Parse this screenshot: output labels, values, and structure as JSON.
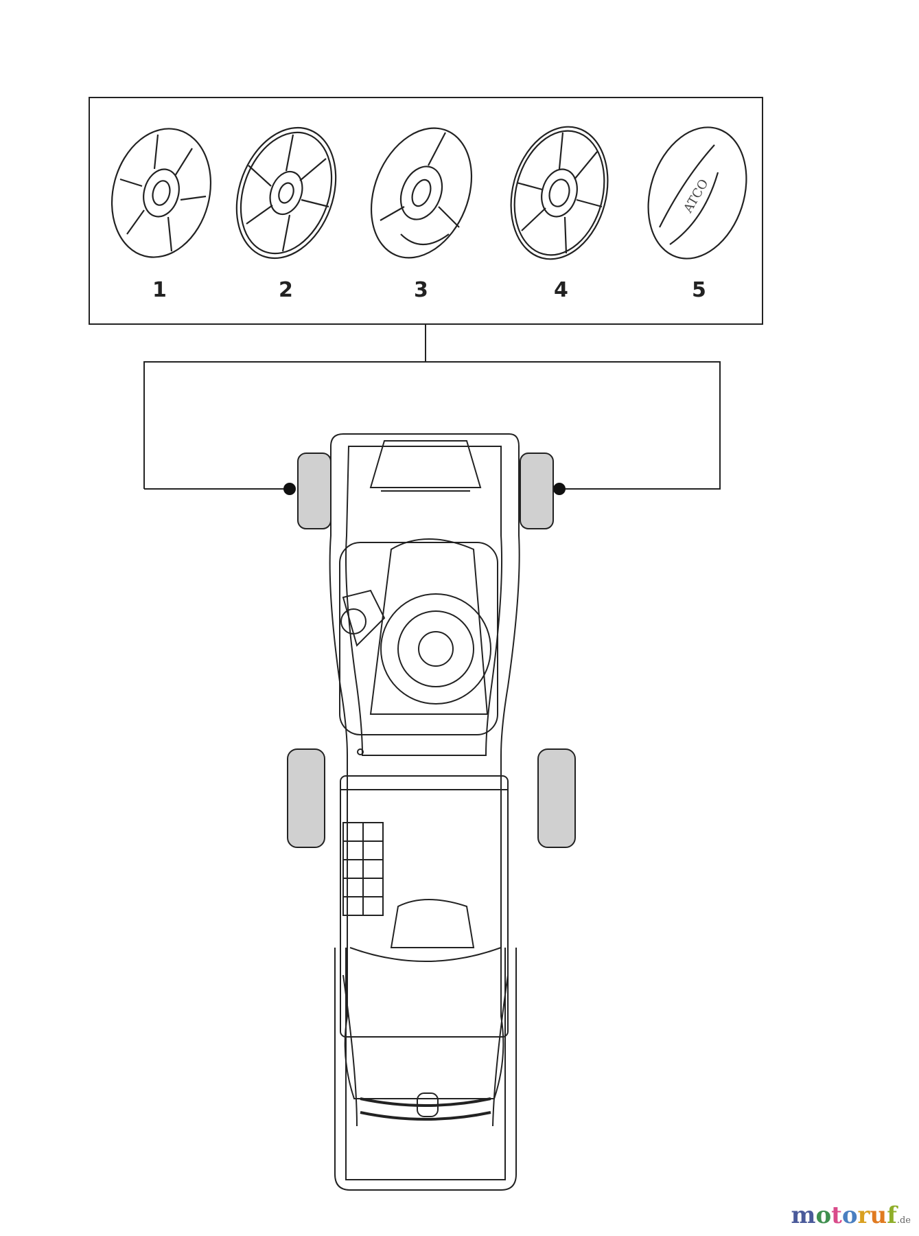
{
  "diagram": {
    "parts": [
      {
        "number": "1"
      },
      {
        "number": "2"
      },
      {
        "number": "3"
      },
      {
        "number": "4"
      },
      {
        "number": "5",
        "logo_text": "ATCO"
      }
    ]
  },
  "watermark": {
    "text": "motoruf",
    "suffix": ".de",
    "letter_colors": [
      "#4a5a9a",
      "#3f8f4f",
      "#d94b8a",
      "#4a7fc0",
      "#d9a020",
      "#e07a20",
      "#8fae2a"
    ]
  },
  "colors": {
    "line": "#222222",
    "wheel_fill": "#d0d0d0"
  }
}
